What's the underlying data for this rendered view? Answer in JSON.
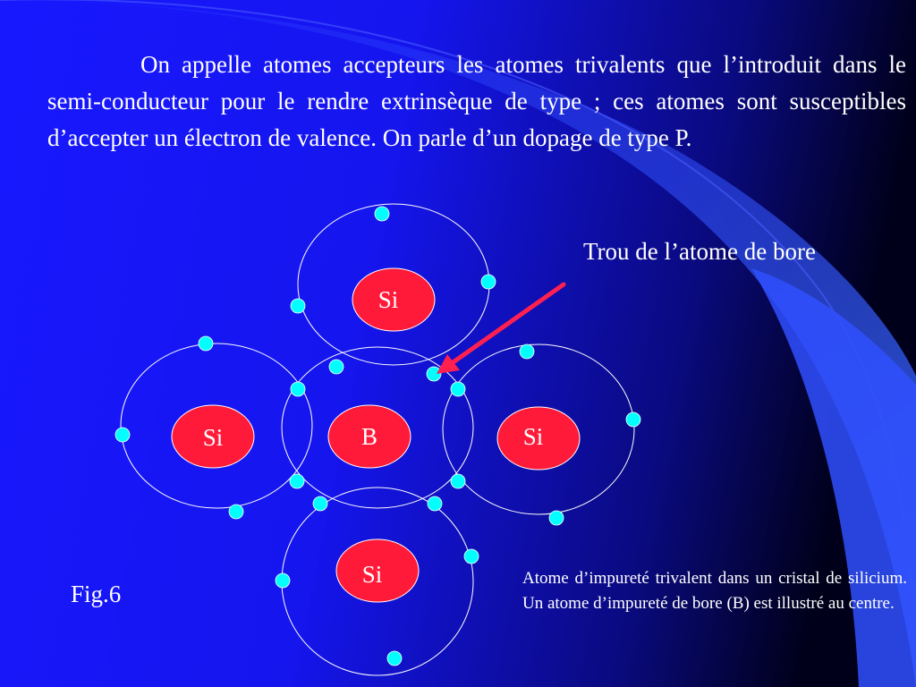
{
  "slide": {
    "intro_text": "On appelle atomes accepteurs les atomes trivalents que l’introduit dans le semi-conducteur pour le rendre extrinsèque de type ; ces atomes sont susceptibles d’accepter un électron de valence. On parle d’un dopage de type P.",
    "hole_label": "Trou de l’atome de bore",
    "figure_label": "Fig.6",
    "caption": "Atome d’impureté trivalent dans un cristal de silicium. Un atome d’impureté de bore (B) est illustré au centre."
  },
  "atoms": {
    "top": "Si",
    "left": "Si",
    "center": "B",
    "right": "Si",
    "bottom": "Si"
  },
  "colors": {
    "background": "#1a1aff",
    "nucleus": "#ff1a3a",
    "electron": "#00ffff",
    "arrow": "#ff2050",
    "orbit": "#ffffff"
  }
}
